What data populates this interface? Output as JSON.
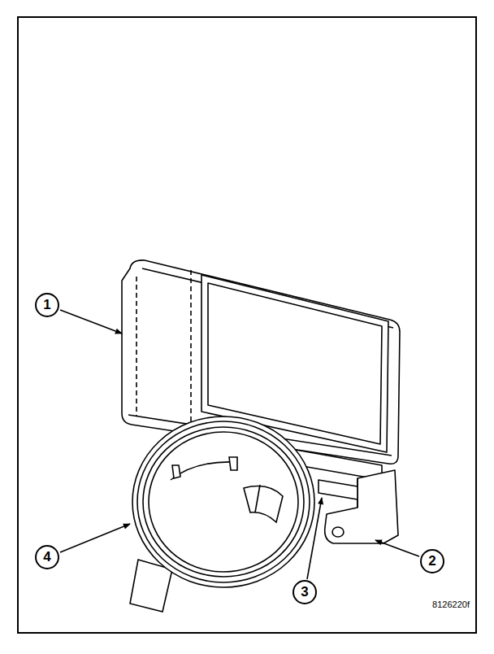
{
  "diagram": {
    "labels": [
      "1",
      "2",
      "3",
      "4",
      "8126220f"
    ]
  }
}
